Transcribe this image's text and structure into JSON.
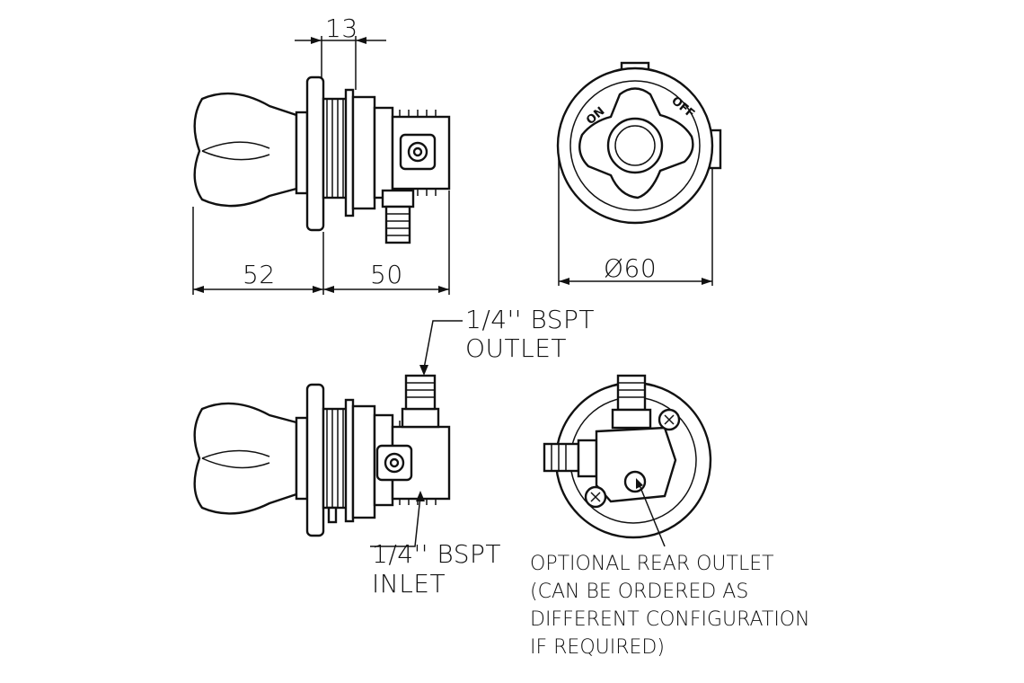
{
  "dimensions": {
    "flange_thickness": "13",
    "knob_length": "52",
    "body_length": "50",
    "diameter": "Ø60"
  },
  "front_view": {
    "on_label": "ON",
    "off_label": "OFF"
  },
  "callouts": {
    "outlet": {
      "line1": "1/4'' BSPT",
      "line2": "OUTLET"
    },
    "inlet": {
      "line1": "1/4'' BSPT",
      "line2": "INLET"
    },
    "rear_outlet_note": [
      "OPTIONAL REAR OUTLET",
      "(CAN BE ORDERED AS",
      "DIFFERENT CONFIGURATION",
      "IF REQUIRED)"
    ]
  }
}
